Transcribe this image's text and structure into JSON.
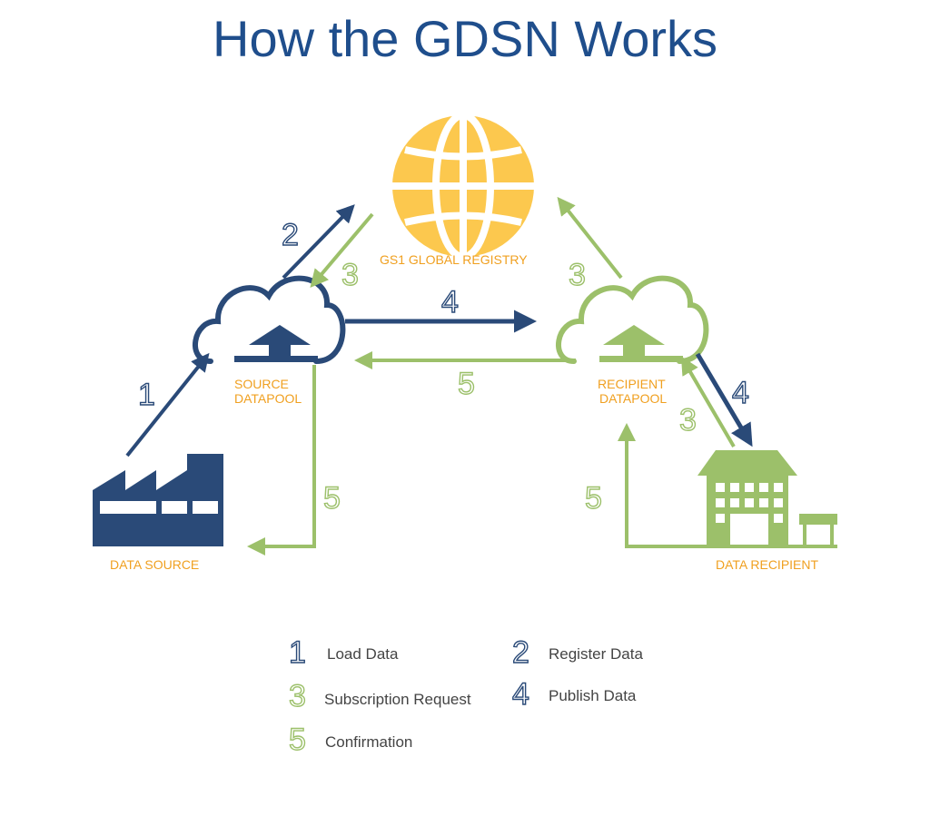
{
  "title": "How the GDSN Works",
  "nodes": {
    "registry": "GS1 GLOBAL REGISTRY",
    "source_datapool_line1": "SOURCE",
    "source_datapool_line2": "DATAPOOL",
    "recipient_datapool_line1": "RECIPIENT",
    "recipient_datapool_line2": "DATAPOOL",
    "data_source": "DATA SOURCE",
    "data_recipient": "DATA RECIPIENT"
  },
  "step_labels": {
    "s1": "1",
    "s2": "2",
    "s3_left": "3",
    "s3_right_top": "3",
    "s3_right_bottom": "3",
    "s4_top": "4",
    "s4_right": "4",
    "s5_middle": "5",
    "s5_left": "5",
    "s5_right": "5"
  },
  "legend": [
    {
      "num": "1",
      "text": "Load Data"
    },
    {
      "num": "2",
      "text": "Register Data"
    },
    {
      "num": "3",
      "text": "Subscription Request"
    },
    {
      "num": "4",
      "text": "Publish Data"
    },
    {
      "num": "5",
      "text": "Confirmation"
    }
  ],
  "colors": {
    "blue": "#2a4a78",
    "green": "#9cc06a",
    "orange": "#f0a020",
    "yellow": "#fcc84e",
    "title": "#1f4e8c"
  }
}
